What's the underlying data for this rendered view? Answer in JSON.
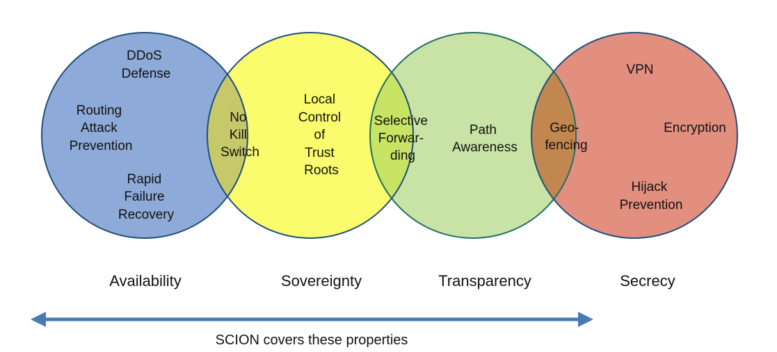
{
  "circles": [
    {
      "id": "availability",
      "fill": "#8eaad8",
      "stroke": "#1f4e79",
      "caption": "Availability",
      "items": [
        [
          "DDoS",
          "Defense"
        ],
        [
          "Routing",
          "Attack",
          "Prevention"
        ],
        [
          "Rapid",
          "Failure",
          "Recovery"
        ]
      ]
    },
    {
      "id": "sovereignty",
      "fill": "#fbfb6e",
      "stroke": "#1f4e79",
      "caption": "Sovereignty",
      "items": [
        [
          "Local",
          "Control",
          "of",
          "Trust",
          "Roots"
        ]
      ]
    },
    {
      "id": "transparency",
      "fill": "#c8e3a5",
      "stroke": "#1f6e63",
      "caption": "Transparency",
      "items": [
        [
          "Path",
          "Awareness"
        ]
      ]
    },
    {
      "id": "secrecy",
      "fill": "#e28f80",
      "stroke": "#1f4e79",
      "caption": "Secrecy",
      "items": [
        [
          "VPN"
        ],
        [
          "Encryption"
        ],
        [
          "Hijack",
          "Prevention"
        ]
      ]
    }
  ],
  "overlaps": [
    {
      "id": "availability-sovereignty",
      "fill": "#c6c86a",
      "lines": [
        "No",
        "Kill",
        "Switch"
      ]
    },
    {
      "id": "sovereignty-transparency",
      "fill": "#c7e465",
      "lines": [
        "Selective",
        "Forwar-",
        "ding"
      ]
    },
    {
      "id": "transparency-secrecy",
      "fill": "#c2874f",
      "lines": [
        "Geo-",
        "fencing"
      ]
    }
  ],
  "arrow": {
    "color": "#4a7ab5",
    "label": "SCION covers these properties"
  }
}
